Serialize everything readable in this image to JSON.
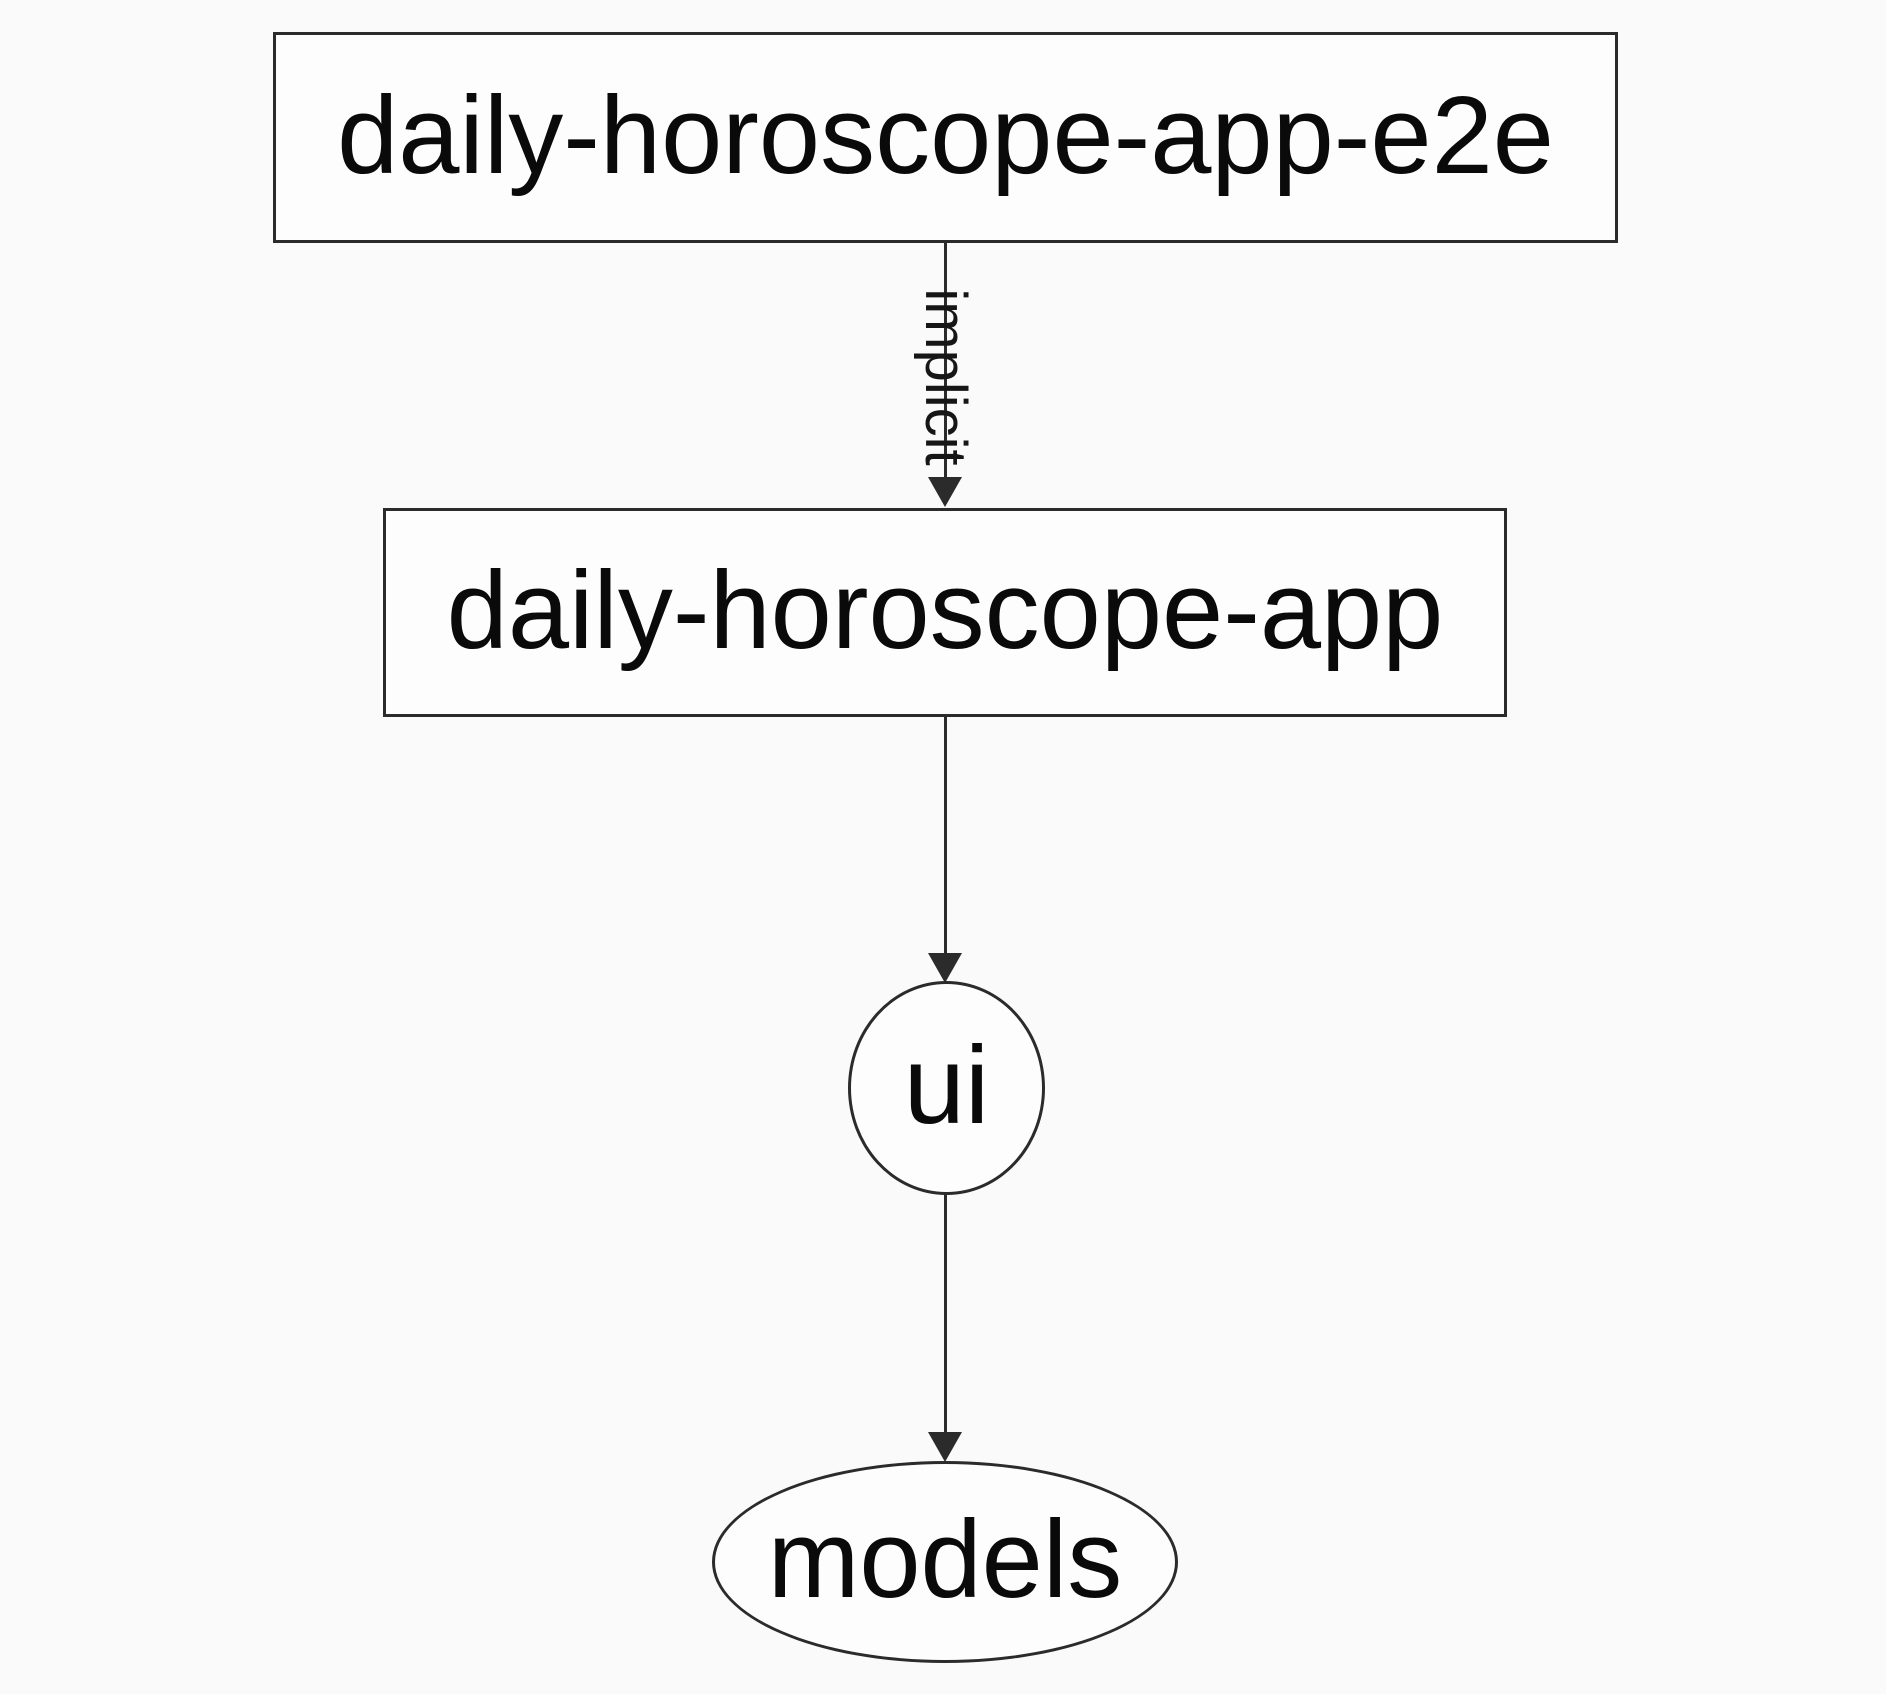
{
  "diagram": {
    "kind": "project-dependency-graph",
    "nodes": [
      {
        "id": "daily-horoscope-app-e2e",
        "label": "daily-horoscope-app-e2e",
        "shape": "rectangle"
      },
      {
        "id": "daily-horoscope-app",
        "label": "daily-horoscope-app",
        "shape": "rectangle"
      },
      {
        "id": "ui",
        "label": "ui",
        "shape": "ellipse"
      },
      {
        "id": "models",
        "label": "models",
        "shape": "ellipse"
      }
    ],
    "edges": [
      {
        "from": "daily-horoscope-app-e2e",
        "to": "daily-horoscope-app",
        "label": "implicit",
        "label_rotation_deg": 90,
        "arrow": "down"
      },
      {
        "from": "daily-horoscope-app",
        "to": "ui",
        "label": "",
        "arrow": "down"
      },
      {
        "from": "ui",
        "to": "models",
        "label": "",
        "arrow": "down"
      }
    ],
    "colors": {
      "background": "#fbfafa",
      "node_fill": "#fdfdfd",
      "stroke": "#2b2b2b",
      "text": "#0a0a0a"
    }
  }
}
